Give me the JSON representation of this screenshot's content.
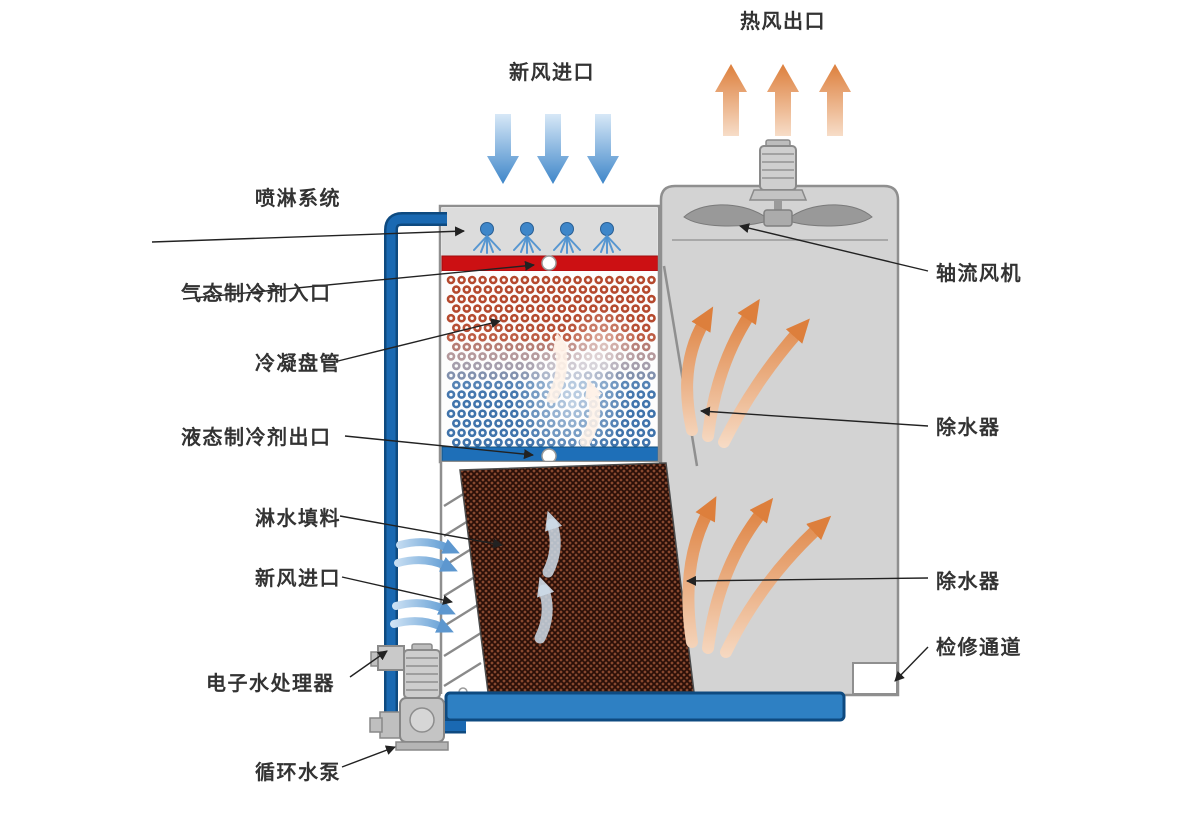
{
  "labels": {
    "hot_air_outlet": "热风出口",
    "fresh_air_inlet_top": "新风进口",
    "spray_system": "喷淋系统",
    "gas_refrigerant_inlet": "气态制冷剂入口",
    "condensing_coil": "冷凝盘管",
    "liquid_refrigerant_outlet": "液态制冷剂出口",
    "spray_fill": "淋水填料",
    "fresh_air_inlet_side": "新风进口",
    "electronic_water_processor": "电子水处理器",
    "circulating_water_pump": "循环水泵",
    "axial_fan": "轴流风机",
    "drift_eliminator_upper": "除水器",
    "drift_eliminator_lower": "除水器",
    "service_access": "检修通道"
  },
  "colors": {
    "tower_gray": "#d3d3d3",
    "tower_stroke": "#8f8f8f",
    "band_gray": "#dcdcdc",
    "red_header": "#cc1013",
    "blue_header": "#1e6fb8",
    "pipe_blue": "#1a69b2",
    "pipe_dark": "#0e4a80",
    "basin_blue": "#2e80c3",
    "coil_red": "#b5492e",
    "coil_blue": "#3f73ab",
    "hatch_bg": "#8a4a30",
    "hatch_line": "#2a0f08",
    "orange_dark": "#dd7f3c",
    "orange_light": "#f7ddc8",
    "blue_arrow_dark": "#3e86c9",
    "blue_arrow_light": "#d7e8f7",
    "label_text": "#333333"
  }
}
